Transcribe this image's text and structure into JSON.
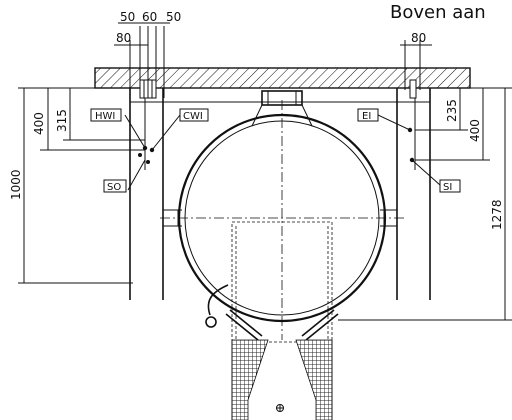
{
  "header": {
    "title": "Boven aan"
  },
  "dims": {
    "d50a": "50",
    "d60": "60",
    "d50b": "50",
    "d80l": "80",
    "d80r": "80",
    "d315": "315",
    "d400l": "400",
    "d1000": "1000",
    "d235": "235",
    "d400r": "400",
    "d1278": "1278"
  },
  "tags": {
    "hwi": "HWI",
    "cwi": "CWI",
    "ei": "EI",
    "so": "SO",
    "si": "SI"
  }
}
